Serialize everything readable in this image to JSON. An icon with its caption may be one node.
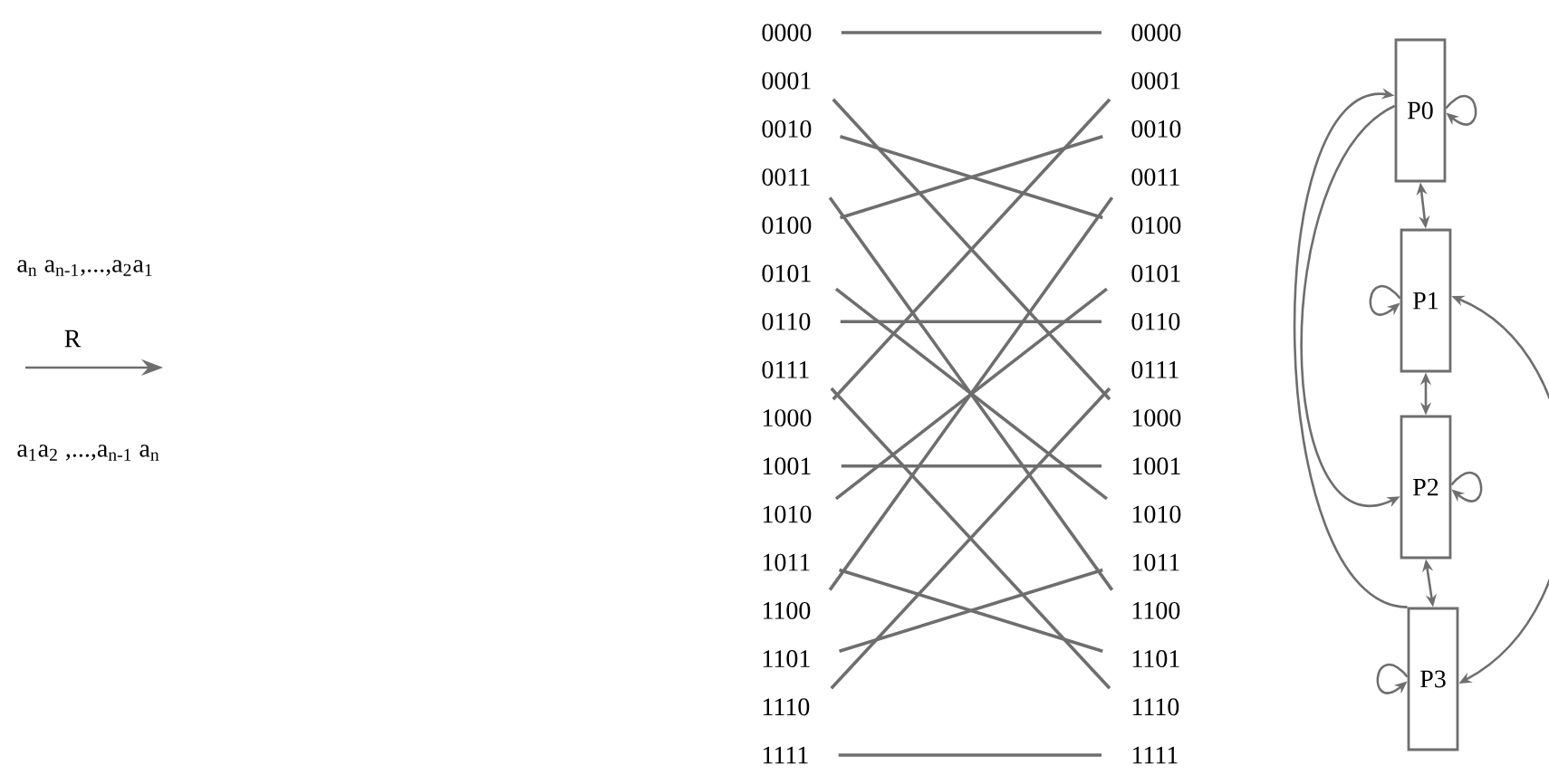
{
  "diagram": {
    "nodes": [
      {
        "text": [
          "0000"
        ]
      },
      {
        "text": [
          "0001"
        ]
      },
      {
        "text": [
          "0010"
        ]
      },
      {
        "text": [
          "0011"
        ]
      },
      {
        "text": [
          "0100"
        ]
      },
      {
        "text": [
          "0101"
        ]
      },
      {
        "text": [
          "0110"
        ]
      },
      {
        "text": [
          "0111"
        ]
      },
      {
        "text": [
          "1000"
        ]
      },
      {
        "text": [
          "1001"
        ]
      },
      {
        "text": [
          "1010"
        ]
      },
      {
        "text": [
          "1011"
        ]
      },
      {
        "text": [
          "1100"
        ]
      },
      {
        "text": [
          "1101"
        ]
      },
      {
        "text": [
          "1110"
        ]
      },
      {
        "text": [
          "1111"
        ]
      },
      {
        "text": [
          "0000"
        ]
      },
      {
        "text": [
          "0001"
        ]
      },
      {
        "text": [
          "0010"
        ]
      },
      {
        "text": [
          "0011"
        ]
      },
      {
        "text": [
          "0100"
        ]
      },
      {
        "text": [
          "0101"
        ]
      },
      {
        "text": [
          "0110"
        ]
      },
      {
        "text": [
          "0111"
        ]
      },
      {
        "text": [
          "1000"
        ]
      },
      {
        "text": [
          "1001"
        ]
      },
      {
        "text": [
          "1010"
        ]
      },
      {
        "text": [
          "1011"
        ]
      },
      {
        "text": [
          "1100"
        ]
      },
      {
        "text": [
          "1101"
        ]
      },
      {
        "text": [
          "1110"
        ]
      },
      {
        "text": [
          "1111"
        ]
      },
      {
        "text": [
          "P0"
        ]
      },
      {
        "text": [
          "P1"
        ]
      },
      {
        "text": [
          "P2"
        ]
      },
      {
        "text": [
          "P3"
        ]
      }
    ],
    "edges": [
      {
        "from": 0,
        "to": 16,
        "arrow": "none"
      },
      {
        "from": 1,
        "to": 24,
        "arrow": "none"
      },
      {
        "from": 2,
        "to": 20,
        "arrow": "none"
      },
      {
        "from": 3,
        "to": 28,
        "arrow": "none"
      },
      {
        "from": 4,
        "to": 18,
        "arrow": "none"
      },
      {
        "from": 5,
        "to": 26,
        "arrow": "none"
      },
      {
        "from": 6,
        "to": 22,
        "arrow": "none"
      },
      {
        "from": 7,
        "to": 30,
        "arrow": "none"
      },
      {
        "from": 8,
        "to": 17,
        "arrow": "none"
      },
      {
        "from": 9,
        "to": 25,
        "arrow": "none"
      },
      {
        "from": 10,
        "to": 21,
        "arrow": "none"
      },
      {
        "from": 11,
        "to": 29,
        "arrow": "none"
      },
      {
        "from": 12,
        "to": 19,
        "arrow": "none"
      },
      {
        "from": 13,
        "to": 27,
        "arrow": "none"
      },
      {
        "from": 14,
        "to": 23,
        "arrow": "none"
      },
      {
        "from": 15,
        "to": 31,
        "arrow": "none"
      },
      {
        "from": 32,
        "to": 32,
        "arrow": "to"
      },
      {
        "from": 33,
        "to": 33,
        "arrow": "to"
      },
      {
        "from": 34,
        "to": 34,
        "arrow": "to"
      },
      {
        "from": 35,
        "to": 35,
        "arrow": "to"
      },
      {
        "from": 32,
        "to": 33,
        "arrow": "both"
      },
      {
        "from": 33,
        "to": 34,
        "arrow": "both"
      },
      {
        "from": 34,
        "to": 35,
        "arrow": "both"
      },
      {
        "from": 35,
        "to": 32,
        "arrow": "to"
      },
      {
        "from": 32,
        "to": 34,
        "arrow": "to"
      },
      {
        "from": 33,
        "to": 35,
        "arrow": "both"
      }
    ],
    "labels": [
      "a$_{n}$ a$_{n-1}$,...,a$_{2}$a$_{1}$",
      "R",
      "a$_{1}$a$_{2}$ ,...,a$_{n-1}$ a$_{n}$"
    ]
  }
}
